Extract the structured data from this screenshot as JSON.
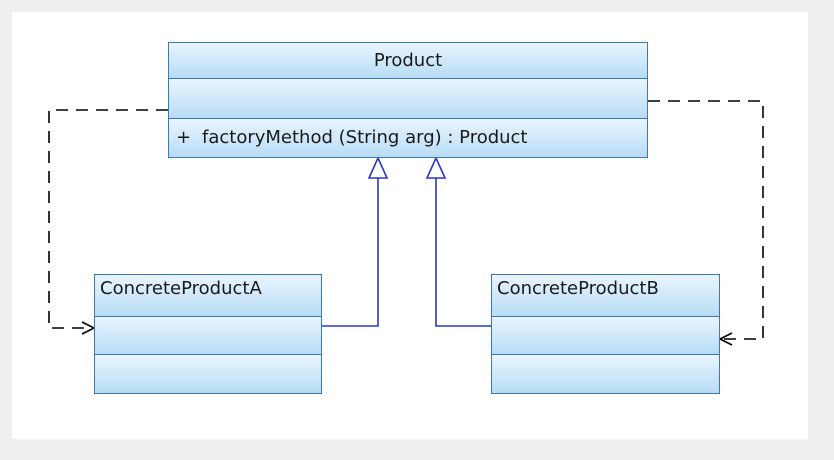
{
  "diagram": {
    "product": {
      "name": "Product",
      "operation_visibility": "+",
      "operation": "factoryMethod (String arg)  : Product"
    },
    "concrete_a": {
      "name": "ConcreteProductA"
    },
    "concrete_b": {
      "name": "ConcreteProductB"
    },
    "colors": {
      "background": "#efefef",
      "canvas": "#ffffff",
      "class_border": "#3a78b8",
      "class_fill_top": "#e9f5fe",
      "class_fill_bottom": "#b8dcf5",
      "generalization_line": "#2a36c8",
      "dependency_line": "#000000"
    },
    "relations": [
      {
        "type": "generalization",
        "from": "ConcreteProductA",
        "to": "Product"
      },
      {
        "type": "generalization",
        "from": "ConcreteProductB",
        "to": "Product"
      },
      {
        "type": "dependency",
        "from": "Product",
        "to": "ConcreteProductA"
      },
      {
        "type": "dependency",
        "from": "Product",
        "to": "ConcreteProductB"
      }
    ]
  }
}
